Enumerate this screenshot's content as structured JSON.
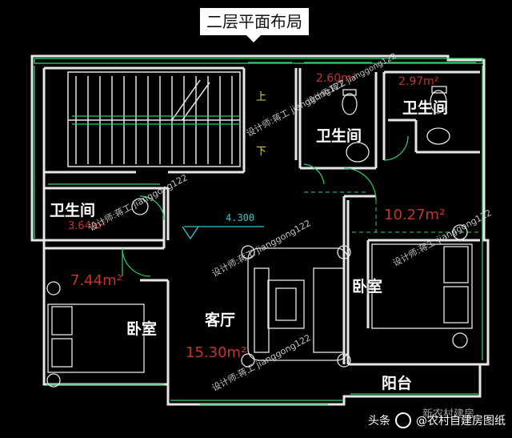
{
  "title": "二层平面布局",
  "rooms": {
    "bathroom_top_right": {
      "label": "卫生间",
      "area": "2.97m²"
    },
    "bathroom_center": {
      "label": "卫生间",
      "area": "2.60m²"
    },
    "bathroom_left": {
      "label": "卫生间",
      "area": "3.64m²"
    },
    "bedroom_left": {
      "label": "卧室",
      "area": "7.44m²"
    },
    "bedroom_right": {
      "label": "卧室",
      "area": "10.27m²"
    },
    "living_room": {
      "label": "客厅",
      "area": "15.30m²"
    },
    "balcony": {
      "label": "阳台"
    }
  },
  "stair": {
    "up_label": "上",
    "down_label": "下"
  },
  "level_mark": "4.300",
  "watermark": "设计师:蒋工 jianggong122",
  "source": {
    "prefix": "头条",
    "account": "@农村自建房图纸",
    "overlay": "新农村建房"
  },
  "colors": {
    "wall": "#e6e6e6",
    "line": "#2fd06a",
    "room_text": "#ffffff",
    "area_text": "#c2342e",
    "level_text": "#35c6c6"
  }
}
